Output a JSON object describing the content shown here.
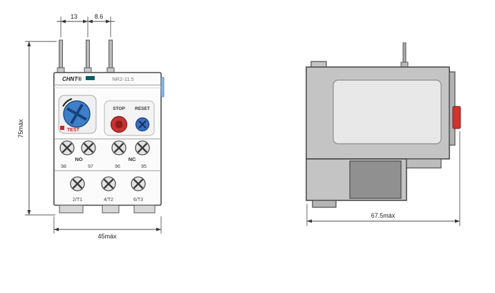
{
  "drawing": {
    "front_view": {
      "header": {
        "brand": "CHNT®",
        "model": "NR2-11.5"
      },
      "controls": {
        "stop": "STOP",
        "reset": "RESET",
        "test": "TEST"
      },
      "aux_terminals": {
        "no": "NO",
        "nc": "NC",
        "numbers": [
          "98",
          "97",
          "96",
          "95"
        ]
      },
      "main_terminals": [
        "2/T1",
        "4/T2",
        "6/T3"
      ],
      "dimensions": {
        "pin_pitch_left": "13",
        "pin_pitch_right": "8.6",
        "height": "75máx",
        "width": "45máx"
      }
    },
    "side_view": {
      "dimensions": {
        "depth": "67.5máx"
      }
    },
    "colors": {
      "dial_blue": "#3f7ec8",
      "stop_red": "#c83232",
      "reset_blue": "#3a6fc0",
      "tab_red": "#d0342c",
      "brand_teal": "#0a5e66"
    }
  }
}
